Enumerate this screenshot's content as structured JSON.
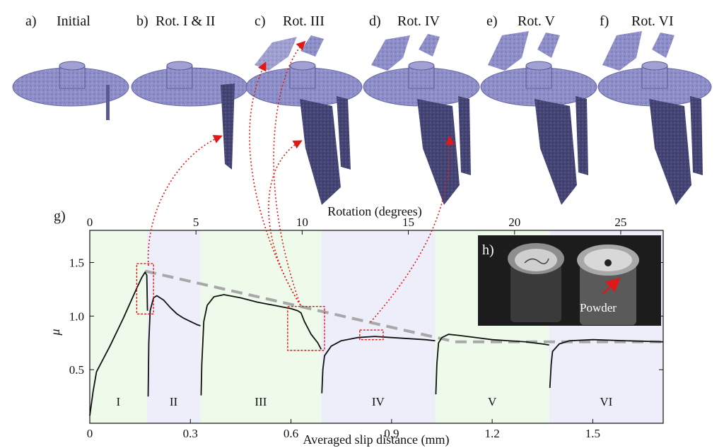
{
  "panels": [
    {
      "letter": "a)",
      "title": "Initial"
    },
    {
      "letter": "b)",
      "title": "Rot. I & II"
    },
    {
      "letter": "c)",
      "title": "Rot. III"
    },
    {
      "letter": "d)",
      "title": "Rot. IV"
    },
    {
      "letter": "e)",
      "title": "Rot. V"
    },
    {
      "letter": "f)",
      "title": "Rot. VI"
    }
  ],
  "graph_letter": "g)",
  "inset": {
    "letter": "h)",
    "annotation": "Powder"
  },
  "colors": {
    "specimen": "#8e8ec8",
    "specimen_dark": "#3e3e68",
    "region_green": "#eefbea",
    "region_blue": "#eeeefb",
    "trend": "#a8a8a8",
    "highlight": "#e01818"
  },
  "chart_data": {
    "type": "line",
    "xlabel": "Averaged slip distance (mm)",
    "x_top_label": "Rotation (degrees)",
    "ylabel": "μ",
    "xlim": [
      0,
      1.71
    ],
    "ylim": [
      0,
      1.8
    ],
    "x_ticks": [
      "0",
      "0.3",
      "0.6",
      "0.9",
      "1.2",
      "1.5"
    ],
    "x_tick_values": [
      0,
      0.3,
      0.6,
      0.9,
      1.2,
      1.5
    ],
    "x_top_ticks": [
      "0",
      "5",
      "10",
      "15",
      "20",
      "25"
    ],
    "x_top_tick_values": [
      0,
      5,
      10,
      15,
      20,
      25
    ],
    "x_top_range": [
      0,
      27
    ],
    "y_ticks": [
      "0.5",
      "1.0",
      "1.5"
    ],
    "y_tick_values": [
      0.5,
      1.0,
      1.5
    ],
    "regions": [
      {
        "label": "I",
        "x0": 0.0,
        "x1": 0.17,
        "tone": "green"
      },
      {
        "label": "II",
        "x0": 0.17,
        "x1": 0.33,
        "tone": "blue"
      },
      {
        "label": "III",
        "x0": 0.33,
        "x1": 0.69,
        "tone": "green"
      },
      {
        "label": "IV",
        "x0": 0.69,
        "x1": 1.03,
        "tone": "blue"
      },
      {
        "label": "V",
        "x0": 1.03,
        "x1": 1.37,
        "tone": "green"
      },
      {
        "label": "VI",
        "x0": 1.37,
        "x1": 1.71,
        "tone": "blue"
      }
    ],
    "series": [
      {
        "values": [
          [
            0.0,
            0.07
          ],
          [
            0.01,
            0.3
          ],
          [
            0.02,
            0.48
          ],
          [
            0.04,
            0.6
          ],
          [
            0.06,
            0.72
          ],
          [
            0.08,
            0.85
          ],
          [
            0.1,
            0.98
          ],
          [
            0.12,
            1.12
          ],
          [
            0.14,
            1.26
          ],
          [
            0.155,
            1.36
          ],
          [
            0.165,
            1.41
          ],
          [
            0.17,
            1.38
          ],
          [
            0.172,
            1.05
          ]
        ]
      },
      {
        "values": [
          [
            0.174,
            0.25
          ],
          [
            0.176,
            0.75
          ],
          [
            0.18,
            1.05
          ],
          [
            0.19,
            1.17
          ],
          [
            0.2,
            1.19
          ],
          [
            0.22,
            1.15
          ],
          [
            0.24,
            1.08
          ],
          [
            0.26,
            1.02
          ],
          [
            0.28,
            0.98
          ],
          [
            0.3,
            0.95
          ],
          [
            0.32,
            0.92
          ],
          [
            0.33,
            0.91
          ]
        ]
      },
      {
        "values": [
          [
            0.332,
            0.26
          ],
          [
            0.334,
            0.55
          ],
          [
            0.34,
            0.95
          ],
          [
            0.35,
            1.1
          ],
          [
            0.37,
            1.18
          ],
          [
            0.4,
            1.2
          ],
          [
            0.45,
            1.17
          ],
          [
            0.5,
            1.13
          ],
          [
            0.55,
            1.1
          ],
          [
            0.6,
            1.07
          ],
          [
            0.62,
            1.05
          ],
          [
            0.63,
            1.03
          ],
          [
            0.64,
            0.95
          ],
          [
            0.66,
            0.83
          ],
          [
            0.68,
            0.75
          ],
          [
            0.69,
            0.69
          ]
        ]
      },
      {
        "values": [
          [
            0.692,
            0.28
          ],
          [
            0.695,
            0.5
          ],
          [
            0.7,
            0.63
          ],
          [
            0.72,
            0.72
          ],
          [
            0.75,
            0.77
          ],
          [
            0.8,
            0.8
          ],
          [
            0.85,
            0.81
          ],
          [
            0.9,
            0.8
          ],
          [
            0.95,
            0.79
          ],
          [
            1.0,
            0.78
          ],
          [
            1.03,
            0.77
          ]
        ]
      },
      {
        "values": [
          [
            1.032,
            0.27
          ],
          [
            1.035,
            0.55
          ],
          [
            1.04,
            0.75
          ],
          [
            1.05,
            0.8
          ],
          [
            1.07,
            0.83
          ],
          [
            1.1,
            0.82
          ],
          [
            1.15,
            0.8
          ],
          [
            1.2,
            0.78
          ],
          [
            1.25,
            0.77
          ],
          [
            1.3,
            0.76
          ],
          [
            1.35,
            0.74
          ],
          [
            1.37,
            0.73
          ]
        ]
      },
      {
        "values": [
          [
            1.372,
            0.33
          ],
          [
            1.376,
            0.55
          ],
          [
            1.38,
            0.67
          ],
          [
            1.4,
            0.74
          ],
          [
            1.43,
            0.77
          ],
          [
            1.5,
            0.78
          ],
          [
            1.6,
            0.77
          ],
          [
            1.71,
            0.76
          ]
        ]
      }
    ],
    "trend_line": [
      [
        0.165,
        1.42
      ],
      [
        1.09,
        0.76
      ],
      [
        1.71,
        0.76
      ]
    ],
    "highlight_boxes": [
      {
        "x0": 0.14,
        "x1": 0.19,
        "y0": 1.02,
        "y1": 1.49
      },
      {
        "x0": 0.59,
        "x1": 0.7,
        "y0": 0.68,
        "y1": 1.09
      },
      {
        "x0": 0.805,
        "x1": 0.875,
        "y0": 0.78,
        "y1": 0.87
      }
    ]
  }
}
